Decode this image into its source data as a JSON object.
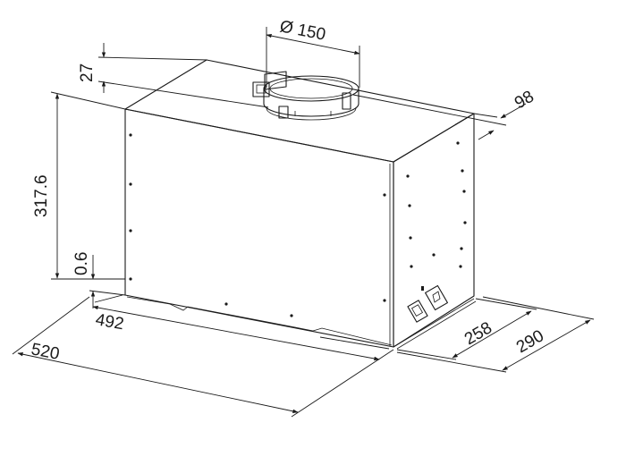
{
  "drawing": {
    "dimensions": {
      "duct_diameter": "Ø 150",
      "collar_height": "27",
      "duct_offset": "98",
      "total_height": "317.6",
      "lip_height": "0.6",
      "inner_width": "492",
      "outer_width": "520",
      "inner_depth": "258",
      "outer_depth": "290"
    }
  }
}
